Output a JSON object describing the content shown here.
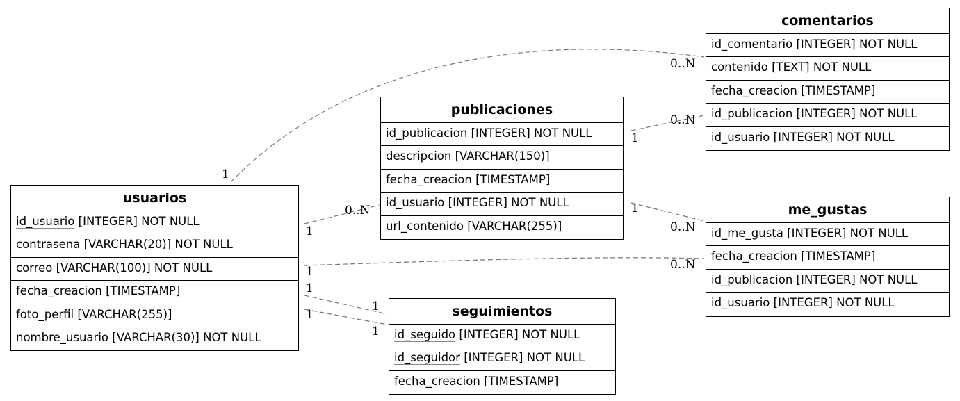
{
  "entities": [
    {
      "key": "usuarios",
      "title": "usuarios",
      "attrs": [
        {
          "name": "id_usuario",
          "type": "[INTEGER] NOT NULL",
          "pk": true
        },
        {
          "name": "contrasena",
          "type": "[VARCHAR(20)] NOT NULL",
          "pk": false
        },
        {
          "name": "correo",
          "type": "[VARCHAR(100)] NOT NULL",
          "pk": false
        },
        {
          "name": "fecha_creacion",
          "type": "[TIMESTAMP]",
          "pk": false
        },
        {
          "name": "foto_perfil",
          "type": "[VARCHAR(255)]",
          "pk": false
        },
        {
          "name": "nombre_usuario",
          "type": "[VARCHAR(30)] NOT NULL",
          "pk": false
        }
      ]
    },
    {
      "key": "publicaciones",
      "title": "publicaciones",
      "attrs": [
        {
          "name": "id_publicacion",
          "type": "[INTEGER] NOT NULL",
          "pk": true
        },
        {
          "name": "descripcion",
          "type": "[VARCHAR(150)]",
          "pk": false
        },
        {
          "name": "fecha_creacion",
          "type": "[TIMESTAMP]",
          "pk": false
        },
        {
          "name": "id_usuario",
          "type": "[INTEGER] NOT NULL",
          "pk": false
        },
        {
          "name": "url_contenido",
          "type": "[VARCHAR(255)]",
          "pk": false
        }
      ]
    },
    {
      "key": "seguimientos",
      "title": "seguimientos",
      "attrs": [
        {
          "name": "id_seguido",
          "type": "[INTEGER] NOT NULL",
          "pk": true
        },
        {
          "name": "id_seguidor",
          "type": "[INTEGER] NOT NULL",
          "pk": true
        },
        {
          "name": "fecha_creacion",
          "type": "[TIMESTAMP]",
          "pk": false
        }
      ]
    },
    {
      "key": "comentarios",
      "title": "comentarios",
      "attrs": [
        {
          "name": "id_comentario",
          "type": "[INTEGER] NOT NULL",
          "pk": true
        },
        {
          "name": "contenido",
          "type": "[TEXT] NOT NULL",
          "pk": false
        },
        {
          "name": "fecha_creacion",
          "type": "[TIMESTAMP]",
          "pk": false
        },
        {
          "name": "id_publicacion",
          "type": "[INTEGER] NOT NULL",
          "pk": false
        },
        {
          "name": "id_usuario",
          "type": "[INTEGER] NOT NULL",
          "pk": false
        }
      ]
    },
    {
      "key": "me_gustas",
      "title": "me_gustas",
      "attrs": [
        {
          "name": "id_me_gusta",
          "type": "[INTEGER] NOT NULL",
          "pk": true
        },
        {
          "name": "fecha_creacion",
          "type": "[TIMESTAMP]",
          "pk": false
        },
        {
          "name": "id_publicacion",
          "type": "[INTEGER] NOT NULL",
          "pk": false
        },
        {
          "name": "id_usuario",
          "type": "[INTEGER] NOT NULL",
          "pk": false
        }
      ]
    }
  ],
  "relationships": [
    {
      "from": "usuarios",
      "to": "comentarios",
      "from_card": "1",
      "to_card": "0..N"
    },
    {
      "from": "publicaciones",
      "to": "comentarios",
      "from_card": "1",
      "to_card": "0..N"
    },
    {
      "from": "usuarios",
      "to": "publicaciones",
      "from_card": "1",
      "to_card": "0..N"
    },
    {
      "from": "publicaciones",
      "to": "me_gustas",
      "from_card": "1",
      "to_card": "0..N"
    },
    {
      "from": "usuarios",
      "to": "me_gustas",
      "from_card": "1",
      "to_card": "0..N"
    },
    {
      "from": "usuarios",
      "to": "seguimientos",
      "from_card": "1",
      "to_card": "1",
      "via": "id_seguido"
    },
    {
      "from": "usuarios",
      "to": "seguimientos",
      "from_card": "1",
      "to_card": "1",
      "via": "id_seguidor"
    }
  ],
  "colors": {
    "border": "#000000",
    "connector": "#777777",
    "pk_underline": "#888888"
  }
}
